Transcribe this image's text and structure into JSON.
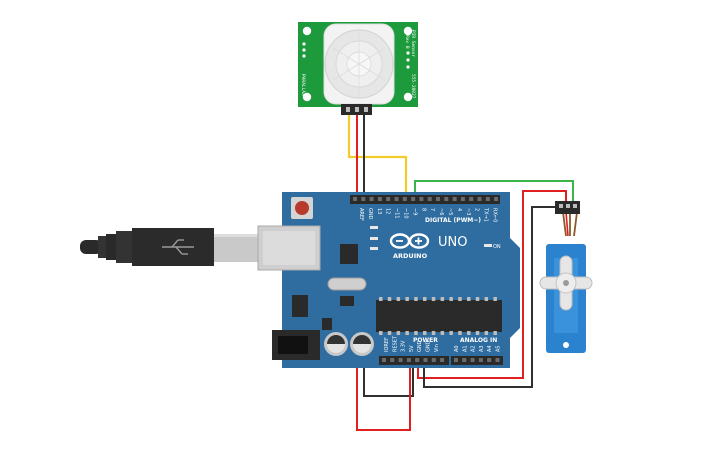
{
  "pir_sensor": {
    "right_text_1": "PIR Sensor",
    "right_text_2": "Rev B",
    "part_number": "555-28027",
    "brand": "PARALLAX"
  },
  "arduino": {
    "model": "UNO",
    "brand": "ARDUINO",
    "digital_label": "DIGITAL (PWM~)",
    "on_label": "ON",
    "power_label": "POWER",
    "analog_label": "ANALOG IN",
    "top_pins": [
      "AREF",
      "GND",
      "13",
      "12",
      "~11",
      "~10",
      "~9",
      "8",
      "7",
      "~6",
      "~5",
      "4",
      "~3",
      "2",
      "TX→1",
      "RX←0"
    ],
    "power_pins": [
      "IOREF",
      "RESET",
      "3.3V",
      "5V",
      "GND",
      "GND",
      "Vin"
    ],
    "analog_pins": [
      "A0",
      "A1",
      "A2",
      "A3",
      "A4",
      "A5"
    ]
  },
  "colors": {
    "board": "#2f6da1",
    "pir_pcb": "#1d9a3c",
    "wire_red": "#e02020",
    "wire_black": "#303030",
    "wire_yellow": "#f2cc2a",
    "wire_green": "#3bb54a",
    "servo": "#2b82cf"
  }
}
